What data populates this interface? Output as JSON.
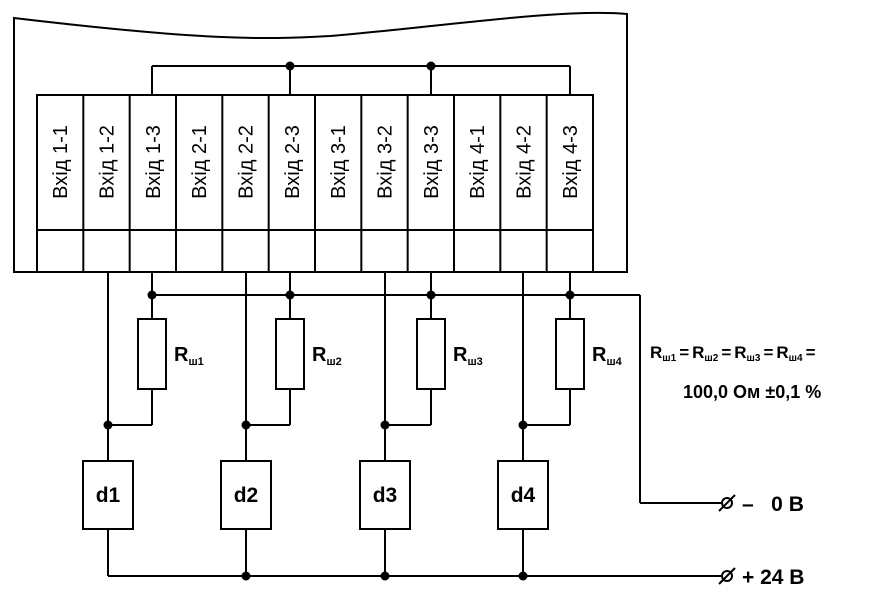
{
  "terminals": [
    "Вхід 1-1",
    "Вхід 1-2",
    "Вхід 1-3",
    "Вхід 2-1",
    "Вхід 2-2",
    "Вхід 2-3",
    "Вхід 3-1",
    "Вхід 3-2",
    "Вхід 3-3",
    "Вхід 4-1",
    "Вхід 4-2",
    "Вхід 4-3"
  ],
  "resistors": [
    {
      "main": "R",
      "sub": "ш1"
    },
    {
      "main": "R",
      "sub": "ш2"
    },
    {
      "main": "R",
      "sub": "ш3"
    },
    {
      "main": "R",
      "sub": "ш4"
    }
  ],
  "sensors": [
    "d1",
    "d2",
    "d3",
    "d4"
  ],
  "equation": {
    "r": "R",
    "subs": [
      "ш1",
      "ш2",
      "ш3",
      "ш4"
    ],
    "eq": "=",
    "value": "100,0 Ом ±0,1 %"
  },
  "supply": {
    "minus_label": "–   0 В",
    "plus_label": "+ 24 В",
    "terminal_symbol": "⌀"
  }
}
